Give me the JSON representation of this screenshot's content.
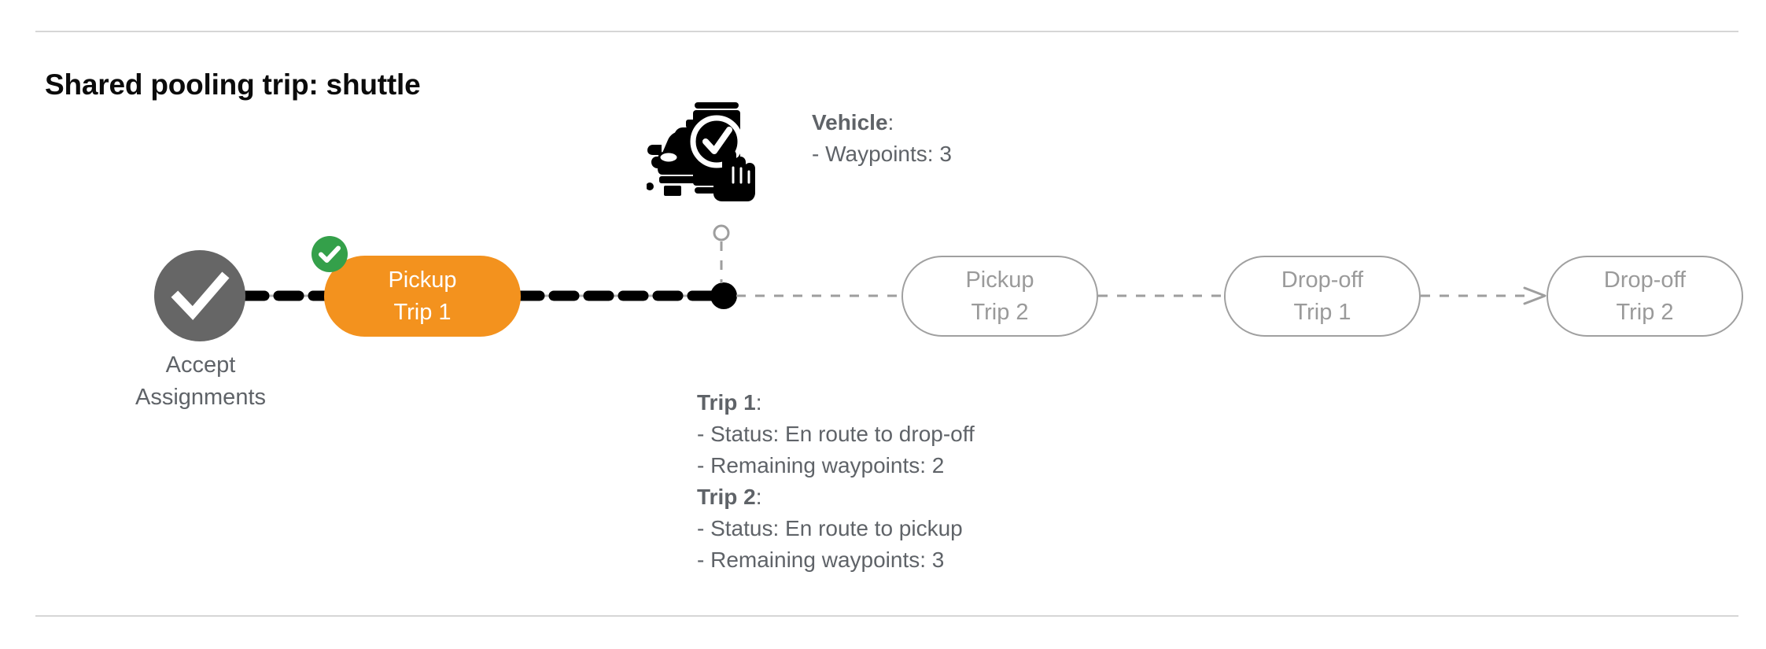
{
  "page": {
    "title": "Shared pooling trip: shuttle",
    "background": "#ffffff"
  },
  "colors": {
    "active_pill": "#F3921E",
    "pending_pill_border": "#a0a0a0",
    "pending_pill_text": "#9a9a9a",
    "badge_green": "#34A04A",
    "accept_circle": "#666666",
    "annotation_text": "#5f6368",
    "divider": "#d6d6d6",
    "solid_line": "#000000",
    "dashed_future_line": "#9e9e9e"
  },
  "flow": {
    "start_node": {
      "icon": "check-circle-icon",
      "label_line1": "Accept",
      "label_line2": "Assignments"
    },
    "steps": [
      {
        "id": "pickup-trip1",
        "line1": "Pickup",
        "line2": "Trip 1",
        "state": "completed",
        "badge": "check-badge-icon"
      },
      {
        "id": "pickup-trip2",
        "line1": "Pickup",
        "line2": "Trip 2",
        "state": "pending",
        "badge": null
      },
      {
        "id": "dropoff-trip1",
        "line1": "Drop-off",
        "line2": "Trip 1",
        "state": "pending",
        "badge": null
      },
      {
        "id": "dropoff-trip2",
        "line1": "Drop-off",
        "line2": "Trip 2",
        "state": "pending",
        "badge": null
      }
    ]
  },
  "vehicle_marker": {
    "icon": "vehicle-phone-check-icon",
    "annotation": {
      "heading": "Vehicle",
      "heading_suffix": ":",
      "lines": [
        "- Waypoints: 3"
      ]
    }
  },
  "trip_annotation": {
    "groups": [
      {
        "heading": "Trip 1",
        "heading_suffix": ":",
        "lines": [
          "- Status:  En route to drop-off",
          "- Remaining waypoints: 2"
        ]
      },
      {
        "heading": "Trip 2",
        "heading_suffix": ":",
        "lines": [
          "- Status:  En route to pickup",
          "- Remaining waypoints: 3"
        ]
      }
    ]
  }
}
